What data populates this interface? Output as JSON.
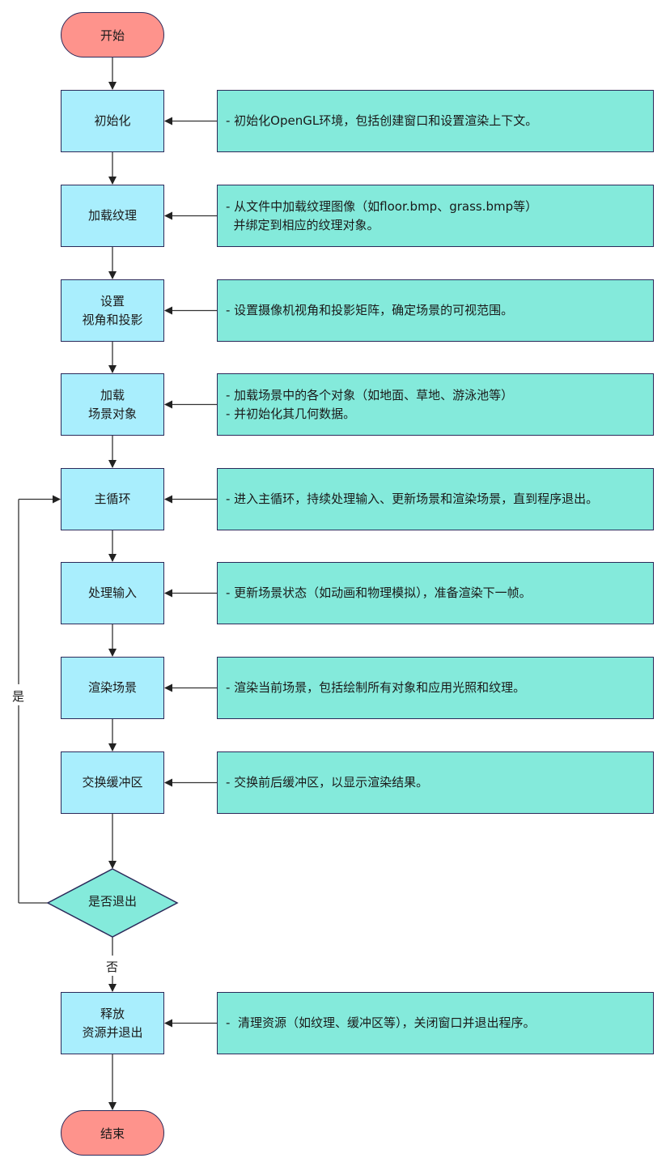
{
  "colors": {
    "terminal_fill": "#fe938c",
    "step_fill": "#a9eefd",
    "note_fill": "#84eadb",
    "decision_fill": "#84eadb",
    "border": "#2b2a5a",
    "line": "#333333"
  },
  "start": "开始",
  "end": "结束",
  "steps": [
    {
      "label": [
        "初始化"
      ],
      "note": [
        "- 初始化OpenGL环境，包括创建窗口和设置渲染上下文。"
      ]
    },
    {
      "label": [
        "加载纹理"
      ],
      "note": [
        "- 从文件中加载纹理图像（如floor.bmp、grass.bmp等）",
        "  并绑定到相应的纹理对象。"
      ]
    },
    {
      "label": [
        "设置",
        "视角和投影"
      ],
      "note": [
        "- 设置摄像机视角和投影矩阵，确定场景的可视范围。"
      ]
    },
    {
      "label": [
        "加载",
        "场景对象"
      ],
      "note": [
        "- 加载场景中的各个对象（如地面、草地、游泳池等）",
        "- 并初始化其几何数据。"
      ]
    },
    {
      "label": [
        "主循环"
      ],
      "note": [
        "- 进入主循环，持续处理输入、更新场景和渲染场景，直到程序退出。"
      ]
    },
    {
      "label": [
        "处理输入"
      ],
      "note": [
        "- 更新场景状态（如动画和物理模拟），准备渲染下一帧。"
      ]
    },
    {
      "label": [
        "渲染场景"
      ],
      "note": [
        "- 渲染当前场景，包括绘制所有对象和应用光照和纹理。"
      ]
    },
    {
      "label": [
        "交换缓冲区"
      ],
      "note": [
        "- 交换前后缓冲区，以显示渲染结果。"
      ]
    }
  ],
  "decision": {
    "label": "是否退出",
    "yes_label": "是",
    "no_label": "否"
  },
  "final_step": {
    "label": [
      "释放",
      "资源并退出"
    ],
    "note": [
      "-  清理资源（如纹理、缓冲区等），关闭窗口并退出程序。"
    ]
  }
}
